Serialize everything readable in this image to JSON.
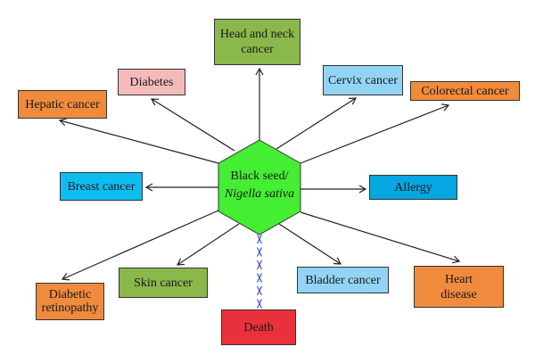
{
  "center": {
    "line1": "Black seed/",
    "line2": "Nigella sativa",
    "color": "#44ee33"
  },
  "nodes": [
    {
      "id": "head-neck",
      "label": "Head and neck cancer",
      "color": "#8bb84a"
    },
    {
      "id": "diabetes",
      "label": "Diabetes",
      "color": "#f4b9b9"
    },
    {
      "id": "hepatic",
      "label": "Hepatic cancer",
      "color": "#f08a3c"
    },
    {
      "id": "cervix",
      "label": "Cervix cancer",
      "color": "#92d4f5"
    },
    {
      "id": "colorectal",
      "label": "Colorectal cancer",
      "color": "#f08a3c"
    },
    {
      "id": "breast",
      "label": "Breast cancer",
      "color": "#0ebdf0"
    },
    {
      "id": "allergy",
      "label": "Allergy",
      "color": "#06a6e0"
    },
    {
      "id": "diabetic-retinopathy",
      "label": "Diabetic retinopathy",
      "color": "#f08a3c"
    },
    {
      "id": "skin",
      "label": "Skin cancer",
      "color": "#8bb84a"
    },
    {
      "id": "death",
      "label": "Death",
      "color": "#e8313a"
    },
    {
      "id": "bladder",
      "label": "Bladder cancer",
      "color": "#92d4f5"
    },
    {
      "id": "heart",
      "label": "Heart disease",
      "color": "#f08a3c"
    }
  ],
  "death_link_color": "#3344cc"
}
